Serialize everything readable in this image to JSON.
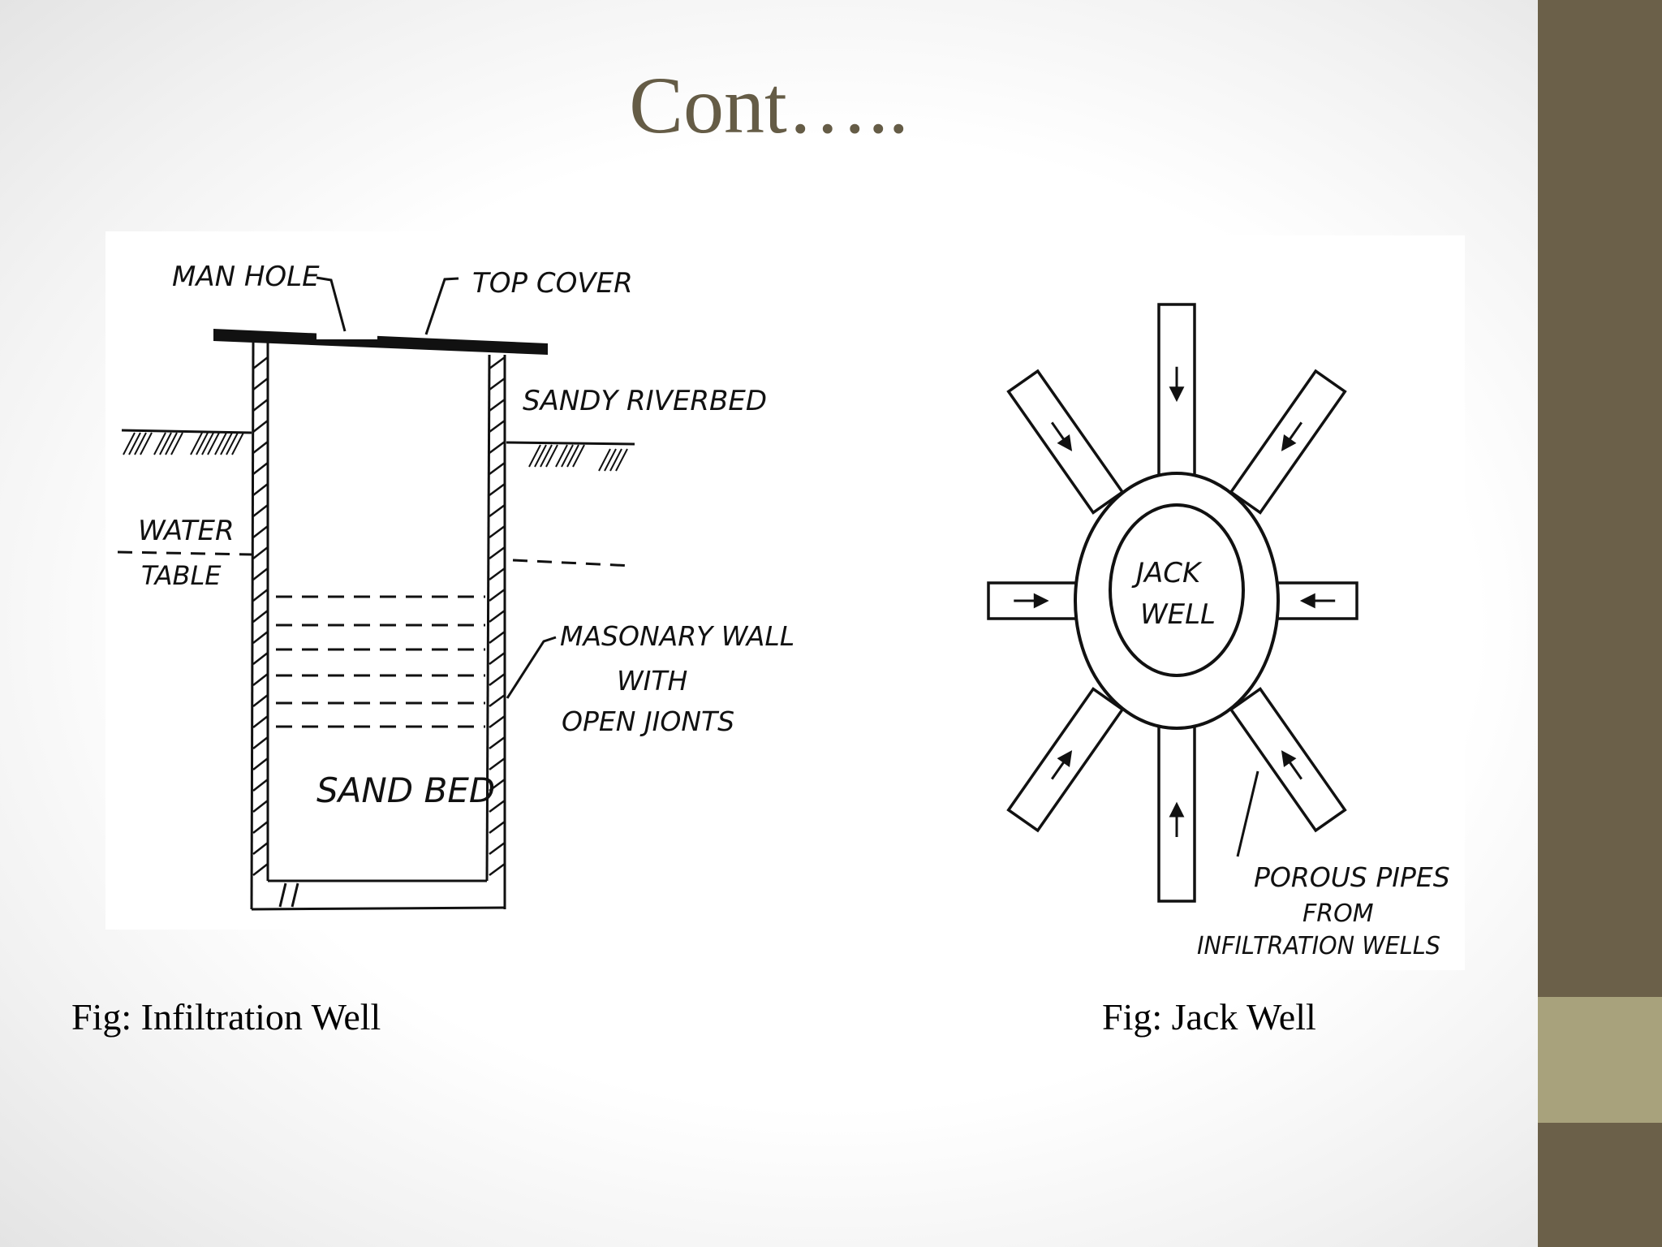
{
  "slide": {
    "title": "Cont…..",
    "title_color": "#655c46",
    "sidebar_colors": {
      "dark": "#6b6049",
      "light": "#a8a27c"
    }
  },
  "infiltration_well": {
    "caption": "Fig: Infiltration Well",
    "labels": {
      "man_hole": "MAN HOLE",
      "top_cover": "TOP COVER",
      "sandy_riverbed": "SANDY RIVERBED",
      "water": "WATER",
      "table": "TABLE",
      "masonry_1": "MASONARY WALL",
      "masonry_2": "WITH",
      "masonry_3": "OPEN JIONTS",
      "sand_bed": "SAND BED"
    }
  },
  "jack_well": {
    "caption": "Fig: Jack Well",
    "labels": {
      "jack": "JACK",
      "well": "WELL",
      "porous_1": "POROUS PIPES",
      "porous_2": "FROM",
      "porous_3": "INFILTRATION WELLS"
    }
  }
}
